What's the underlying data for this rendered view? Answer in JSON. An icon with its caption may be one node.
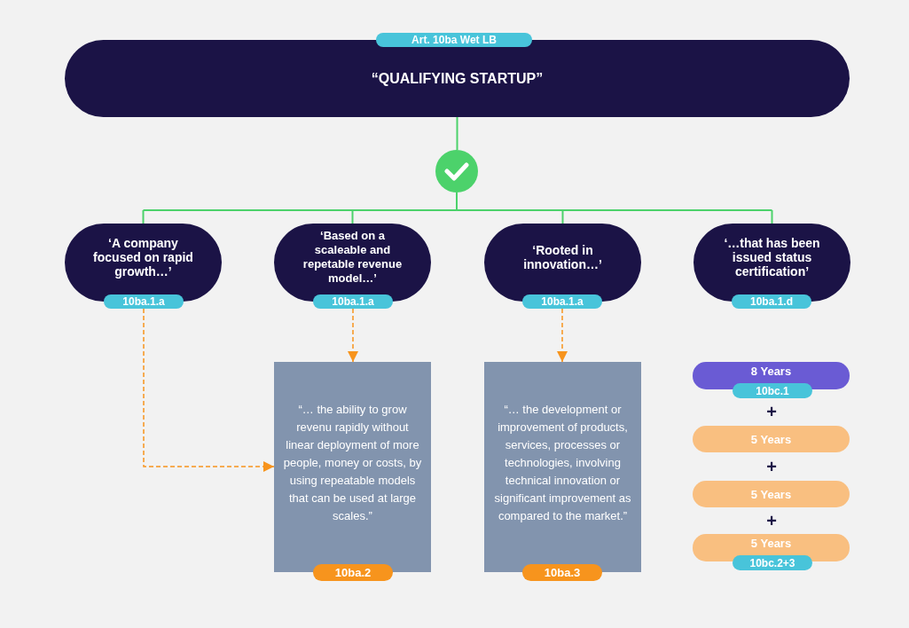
{
  "diagram": {
    "nodes": [
      {
        "text": [
          "Art. 10ba Wet LB"
        ]
      },
      {
        "text": [
          "“QUALIFYING STARTUP”"
        ]
      },
      {
        "text": [],
        "shape": "circle"
      },
      {
        "text": [
          "‘A company focused on rapid growth…’"
        ]
      },
      {
        "text": [
          "10ba.1.a"
        ]
      },
      {
        "text": [
          "‘Based on a scaleable and repetable revenue model…’"
        ]
      },
      {
        "text": [
          "10ba.1.a"
        ]
      },
      {
        "text": [
          "‘Rooted in innovation…’"
        ]
      },
      {
        "text": [
          "10ba.1.a"
        ]
      },
      {
        "text": [
          "‘…that has been issued status certification’"
        ]
      },
      {
        "text": [
          "10ba.1.d"
        ]
      },
      {
        "text": [
          "“… the ability to grow revenu rapidly without linear deployment of more people, money or costs, by using repeatable models that can be used at large scales.”"
        ]
      },
      {
        "text": [
          "10ba.2"
        ]
      },
      {
        "text": [
          "“… the development or improvement of products, services, processes or technologies, involving technical innovation or significant improvement as compared to the market.”"
        ]
      },
      {
        "text": [
          "10ba.3"
        ]
      },
      {
        "text": [
          "8 Years"
        ]
      },
      {
        "text": [
          "10bc.1"
        ]
      },
      {
        "text": [
          "5 Years"
        ]
      },
      {
        "text": [
          "5 Years"
        ]
      },
      {
        "text": [
          "5 Years"
        ]
      },
      {
        "text": [
          "10bc.2+3"
        ]
      }
    ],
    "edges": [
      {
        "from": 1,
        "to": 2,
        "arrow": "none"
      },
      {
        "from": 2,
        "to": 3,
        "arrow": "none"
      },
      {
        "from": 2,
        "to": 5,
        "arrow": "none"
      },
      {
        "from": 2,
        "to": 7,
        "arrow": "none"
      },
      {
        "from": 2,
        "to": 9,
        "arrow": "none"
      },
      {
        "from": 4,
        "to": 11,
        "arrow": "to",
        "style": "dashed",
        "color": "#f7941d"
      },
      {
        "from": 6,
        "to": 11,
        "arrow": "to",
        "style": "dashed",
        "color": "#f7941d"
      },
      {
        "from": 8,
        "to": 13,
        "arrow": "to",
        "style": "dashed",
        "color": "#f7941d"
      }
    ],
    "labels": [
      "+",
      "+",
      "+"
    ]
  }
}
